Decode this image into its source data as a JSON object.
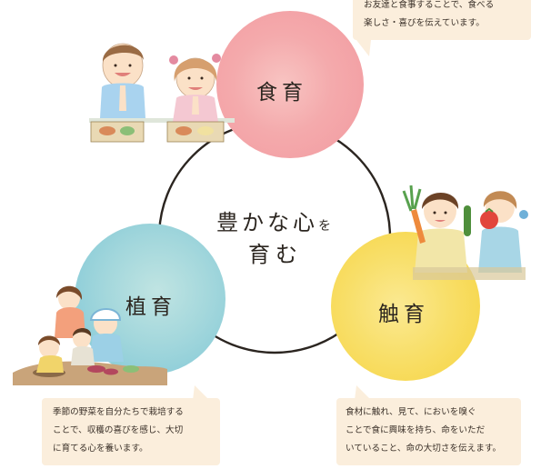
{
  "colors": {
    "shokuiku_circle": "#f29aa0",
    "shokuiku_circle_inner": "#f8c4c2",
    "shokuiku2_circle": "#f6d33f",
    "shokuiku2_circle_inner": "#fbe992",
    "shokuiku3_circle": "#7cc6d6",
    "shokuiku3_circle_inner": "#c0e4e2",
    "ring": "#2b2520",
    "bubble_bg": "#fbeedc"
  },
  "center": {
    "line1_main": "豊かな心",
    "line1_small": "を",
    "line2": "育む"
  },
  "circles": {
    "food": {
      "label": "食育"
    },
    "touch": {
      "label": "触育"
    },
    "plant": {
      "label": "植育"
    }
  },
  "bubbles": {
    "food": {
      "line1": "お友達と食事することで、食べる",
      "line2": "楽しさ・喜びを伝えています。"
    },
    "plant": {
      "line1": "季節の野菜を自分たちで栽培する",
      "line2": "ことで、収穫の喜びを感じ、大切",
      "line3": "に育てる心を養います。"
    },
    "touch": {
      "line1": "食材に触れ、見て、においを嗅ぐ",
      "line2": "ことで食に興味を持ち、命をいただ",
      "line3": "いていること、命の大切さを伝えます。"
    }
  },
  "illustrations": {
    "food": "children-eating-lunch-illustration",
    "touch": "children-holding-vegetables-illustration",
    "plant": "children-gardening-illustration"
  }
}
